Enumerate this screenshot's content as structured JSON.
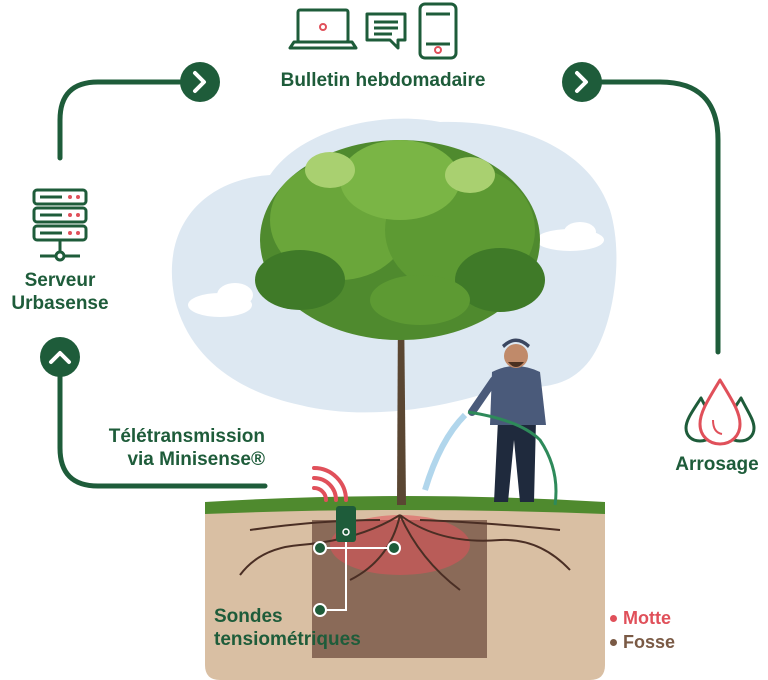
{
  "colors": {
    "brand_green": "#1e5c3a",
    "motte": "#e0505a",
    "fosse": "#7a5a45",
    "sky": "#dde8f2",
    "soil": "#d9bfa3",
    "pit": "#8a6a58",
    "grass": "#4f8a2e",
    "signal_red": "#e0505a"
  },
  "labels": {
    "bulletin": "Bulletin hebdomadaire",
    "serveur_line1": "Serveur",
    "serveur_line2": "Urbasense",
    "teletransmission_line1": "Télétransmission",
    "teletransmission_line2": "via Minisense®",
    "arrosage": "Arrosage",
    "sondes_line1": "Sondes",
    "sondes_line2": "tensiométriques"
  },
  "legend": [
    {
      "label": "Motte",
      "color": "#e0505a"
    },
    {
      "label": "Fosse",
      "color": "#7a5a45"
    }
  ],
  "icons": [
    "laptop-icon",
    "chat-icon",
    "smartphone-icon",
    "server-icon",
    "water-drops-icon",
    "wireless-signal-icon",
    "chevron-right-icon",
    "chevron-up-icon"
  ]
}
